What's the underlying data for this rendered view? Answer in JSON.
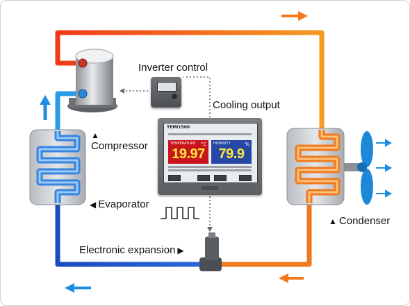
{
  "labels": {
    "inverter_control": "Inverter control",
    "cooling_output": "Cooling output",
    "compressor": "Compressor",
    "evaporator": "Evaporator",
    "electronic_expansion": "Electronic expansion",
    "condenser": "Condenser"
  },
  "glyphs": {
    "up": "▲",
    "left": "◀",
    "right": "▶"
  },
  "controller": {
    "brand": "TEMI1500",
    "temperature_label": "TEMPERATURE",
    "temperature_unit": "°C",
    "temperature_value": "19.97",
    "humidity_label": "HUMIDITY",
    "humidity_unit": "%",
    "humidity_value": "79.9"
  },
  "colors": {
    "hot_line": "#f05a1e",
    "cold_line": "#1f5fd1",
    "cool_line": "#28a0e8",
    "arrow_orange": "#f4781e",
    "arrow_blue": "#1d8ee0",
    "dotted": "#666666"
  }
}
